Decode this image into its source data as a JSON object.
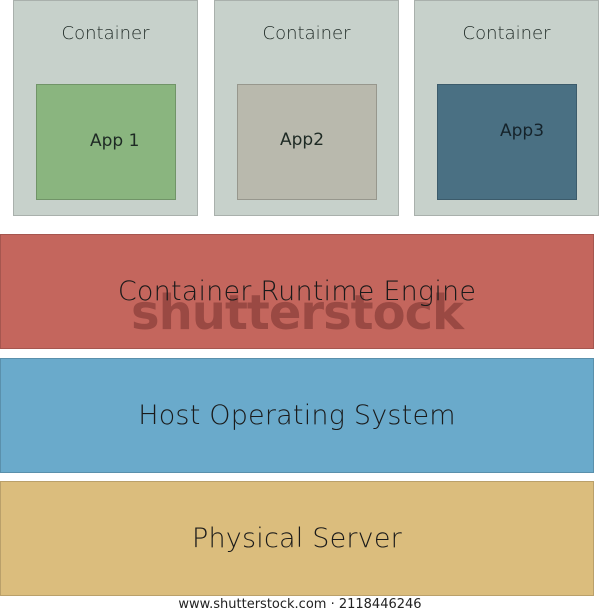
{
  "containers": [
    {
      "label": "Container",
      "app": {
        "label": "App 1",
        "color": "#8ab57f"
      }
    },
    {
      "label": "Container",
      "app": {
        "label": "App2",
        "color": "#b9b9ad"
      }
    },
    {
      "label": "Container",
      "app": {
        "label": "App3",
        "color": "#4a7083"
      }
    }
  ],
  "container_color": "#c7d1cb",
  "layers": [
    {
      "label": "Container Runtime Engine",
      "color": "#c4665d"
    },
    {
      "label": "Host Operating System",
      "color": "#6aaacb"
    },
    {
      "label": "Physical Server",
      "color": "#dbbd7d"
    }
  ],
  "watermark": "shutterstock",
  "caption": "www.shutterstock.com · 2118446246"
}
